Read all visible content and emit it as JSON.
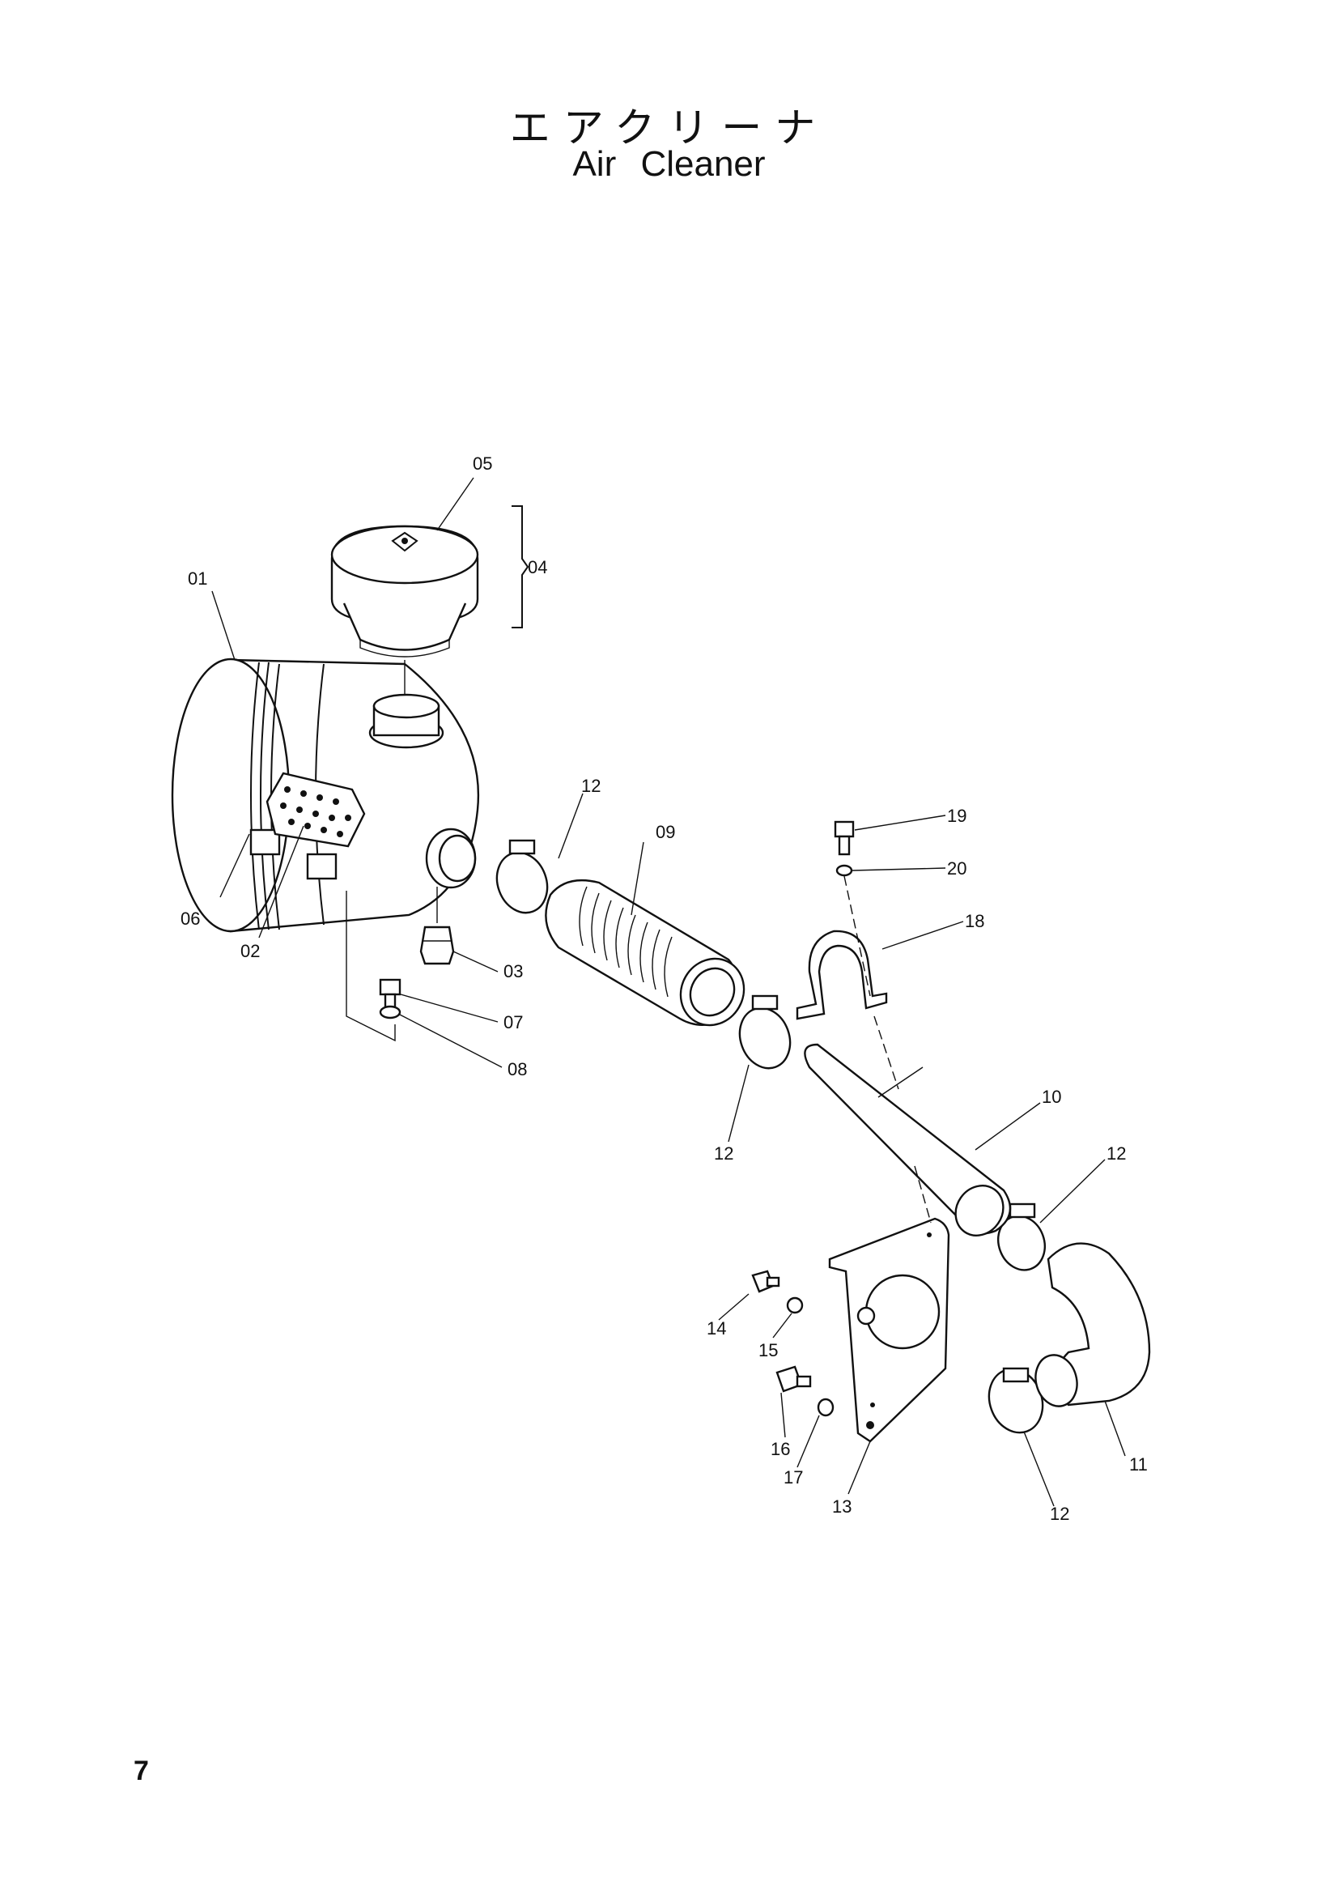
{
  "title": {
    "japanese": "エアクリーナ",
    "english": "Air Cleaner"
  },
  "page_number": "7",
  "callouts": [
    {
      "id": "c01",
      "label": "01"
    },
    {
      "id": "c02",
      "label": "02"
    },
    {
      "id": "c03",
      "label": "03"
    },
    {
      "id": "c04",
      "label": "04"
    },
    {
      "id": "c05",
      "label": "05"
    },
    {
      "id": "c06",
      "label": "06"
    },
    {
      "id": "c07",
      "label": "07"
    },
    {
      "id": "c08",
      "label": "08"
    },
    {
      "id": "c09",
      "label": "09"
    },
    {
      "id": "c10",
      "label": "10"
    },
    {
      "id": "c11",
      "label": "11"
    },
    {
      "id": "c12a",
      "label": "12"
    },
    {
      "id": "c12b",
      "label": "12"
    },
    {
      "id": "c12c",
      "label": "12"
    },
    {
      "id": "c12d",
      "label": "12"
    },
    {
      "id": "c13",
      "label": "13"
    },
    {
      "id": "c14",
      "label": "14"
    },
    {
      "id": "c15",
      "label": "15"
    },
    {
      "id": "c16",
      "label": "16"
    },
    {
      "id": "c17",
      "label": "17"
    },
    {
      "id": "c18",
      "label": "18"
    },
    {
      "id": "c19",
      "label": "19"
    },
    {
      "id": "c20",
      "label": "20"
    }
  ]
}
